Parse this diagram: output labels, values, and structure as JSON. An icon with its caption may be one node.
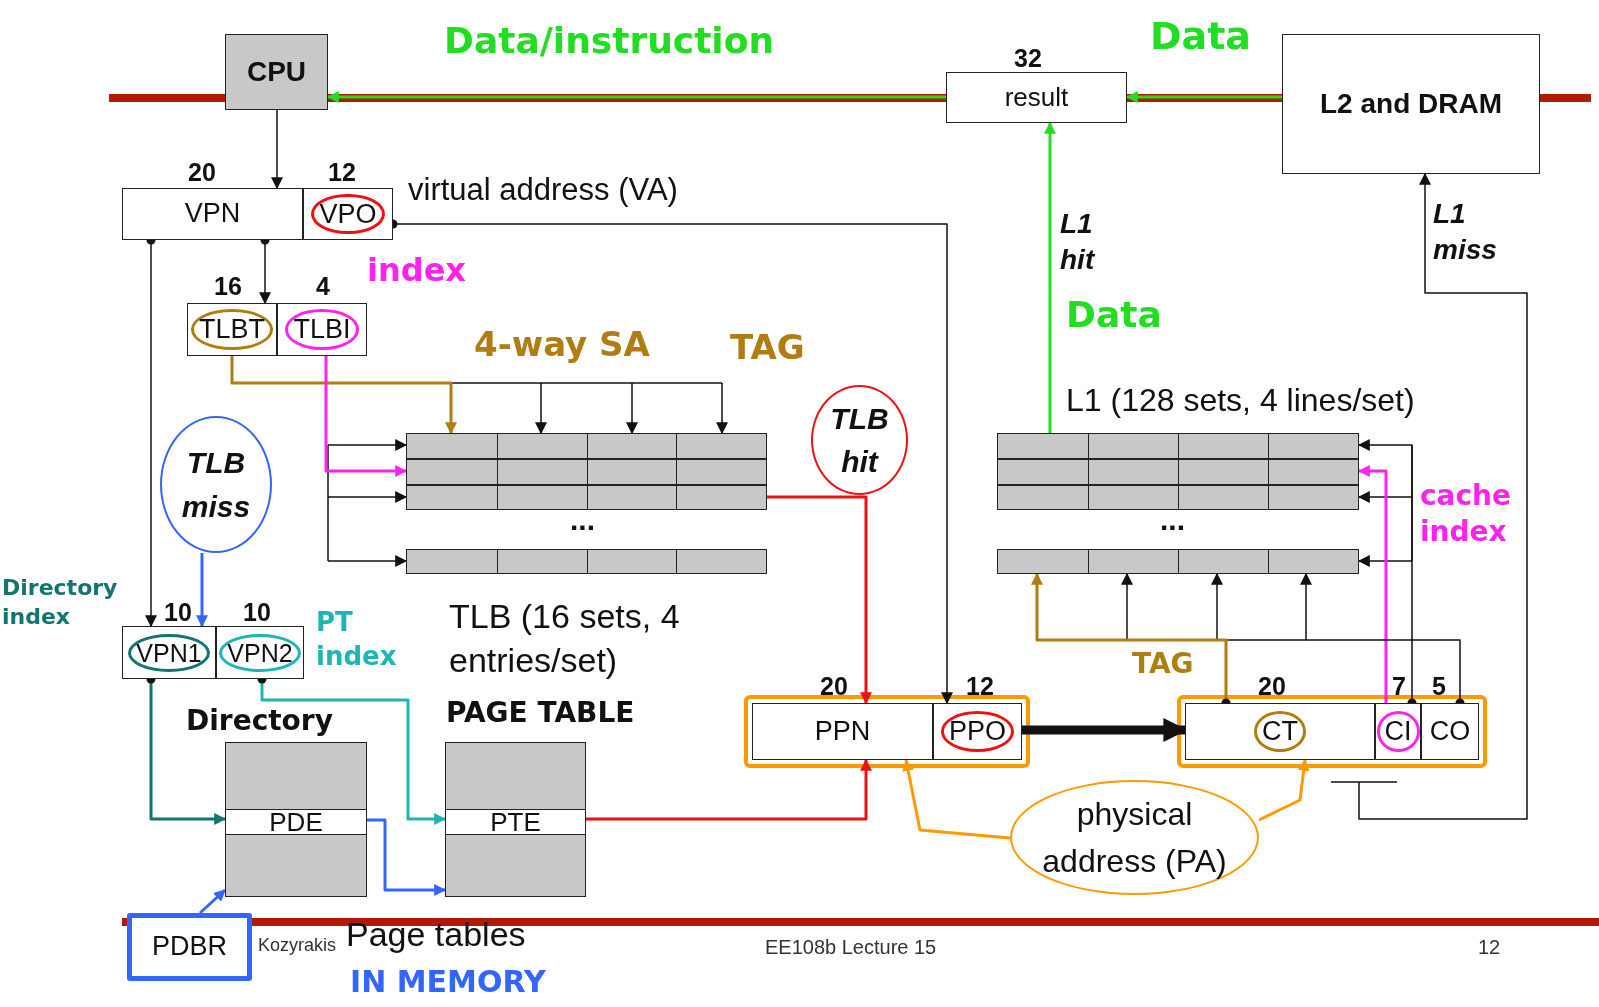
{
  "diagram": {
    "nodes": [
      {
        "text": [
          "CPU"
        ]
      },
      {
        "text": [
          "result"
        ],
        "beside": [
          "32"
        ]
      },
      {
        "text": [
          "L2 and DRAM"
        ]
      },
      {
        "text": [
          "VPN"
        ],
        "beside": [
          "20"
        ]
      },
      {
        "text": [
          "VPO"
        ],
        "beside": [
          "12"
        ]
      },
      {
        "text": [
          "TLBT"
        ],
        "beside": [
          "16"
        ]
      },
      {
        "text": [
          "TLBI"
        ],
        "beside": [
          "4"
        ]
      },
      {
        "text": [],
        "shape": "box"
      },
      {
        "text": [
          "VPN1"
        ],
        "beside": [
          "10"
        ]
      },
      {
        "text": [
          "VPN2"
        ],
        "beside": [
          "10"
        ]
      },
      {
        "text": [
          "PDE"
        ],
        "beside": [
          "Directory"
        ]
      },
      {
        "text": [
          "PTE"
        ],
        "beside": [
          "PAGE TABLE"
        ]
      },
      {
        "text": [
          "PDBR"
        ]
      },
      {
        "text": [
          "PPN"
        ],
        "beside": [
          "20"
        ]
      },
      {
        "text": [
          "PPO"
        ],
        "beside": [
          "12"
        ]
      },
      {
        "text": [
          "CT"
        ],
        "beside": [
          "20"
        ]
      },
      {
        "text": [
          "CI"
        ],
        "beside": [
          "7"
        ]
      },
      {
        "text": [
          "CO"
        ],
        "beside": [
          "5"
        ]
      },
      {
        "text": [],
        "shape": "box"
      },
      {
        "text": [
          "TLB miss"
        ]
      },
      {
        "text": [
          "TLB hit"
        ]
      },
      {
        "text": [
          "physical address (PA)"
        ]
      }
    ],
    "edges": [
      {
        "from": 0,
        "to": 3,
        "arrow": "to"
      },
      {
        "from": 3,
        "to": 5,
        "arrow": "to"
      },
      {
        "from": 3,
        "to": 8,
        "arrow": "to"
      },
      {
        "from": 4,
        "to": 14,
        "arrow": "to"
      },
      {
        "from": 5,
        "to": 7,
        "arrow": "to",
        "color": "#b07d12"
      },
      {
        "from": 6,
        "to": 7,
        "arrow": "to",
        "color": "#ff22ee"
      },
      {
        "from": 7,
        "to": 13,
        "arrow": "to",
        "color": "#ee1111"
      },
      {
        "from": 8,
        "to": 10,
        "arrow": "to",
        "color": "#11766f"
      },
      {
        "from": 9,
        "to": 11,
        "arrow": "to",
        "color": "#1fb5b5"
      },
      {
        "from": 10,
        "to": 11,
        "arrow": "to",
        "color": "#3366ff"
      },
      {
        "from": 11,
        "to": 13,
        "arrow": "to",
        "color": "#ee1111"
      },
      {
        "from": 12,
        "to": 10,
        "arrow": "to",
        "color": "#3366ff"
      },
      {
        "from": 14,
        "to": 15,
        "arrow": "to",
        "style": "thick"
      },
      {
        "from": 15,
        "to": 18,
        "arrow": "to",
        "color": "#b07d12"
      },
      {
        "from": 16,
        "to": 18,
        "arrow": "to",
        "color": "#ff22ee"
      },
      {
        "from": 18,
        "to": 1,
        "arrow": "to",
        "color": "#22dd22"
      },
      {
        "from": 2,
        "to": 1,
        "arrow": "to",
        "color": "#22dd22"
      },
      {
        "from": 1,
        "to": 0,
        "arrow": "to",
        "color": "#22dd22"
      },
      {
        "from": null,
        "to": 2,
        "arrow": "to"
      },
      {
        "from": 21,
        "to": 13,
        "arrow": "to",
        "color": "#ff9900"
      },
      {
        "from": 21,
        "to": 15,
        "arrow": "to",
        "color": "#ff9900"
      },
      {
        "from": 19,
        "to": 8,
        "arrow": "to",
        "color": "#3366ff"
      },
      {
        "from": 17,
        "to": 18,
        "arrow": "to"
      },
      {
        "from": 16,
        "to": 18,
        "arrow": "to"
      }
    ],
    "labels": [
      "Data/instruction",
      "Data",
      "virtual address (VA)",
      "index",
      "4-way SA",
      "TAG",
      "L1 hit",
      "Data",
      "L1 miss",
      "L1 (128 sets, 4 lines/set)",
      "...",
      "cache index",
      "...",
      "TLB (16 sets, 4 entries/set)",
      "Directory index",
      "PT index",
      "TAG",
      "Page tables",
      "IN MEMORY",
      "Kozyrakis",
      "EE108b Lecture 15",
      "12"
    ]
  }
}
